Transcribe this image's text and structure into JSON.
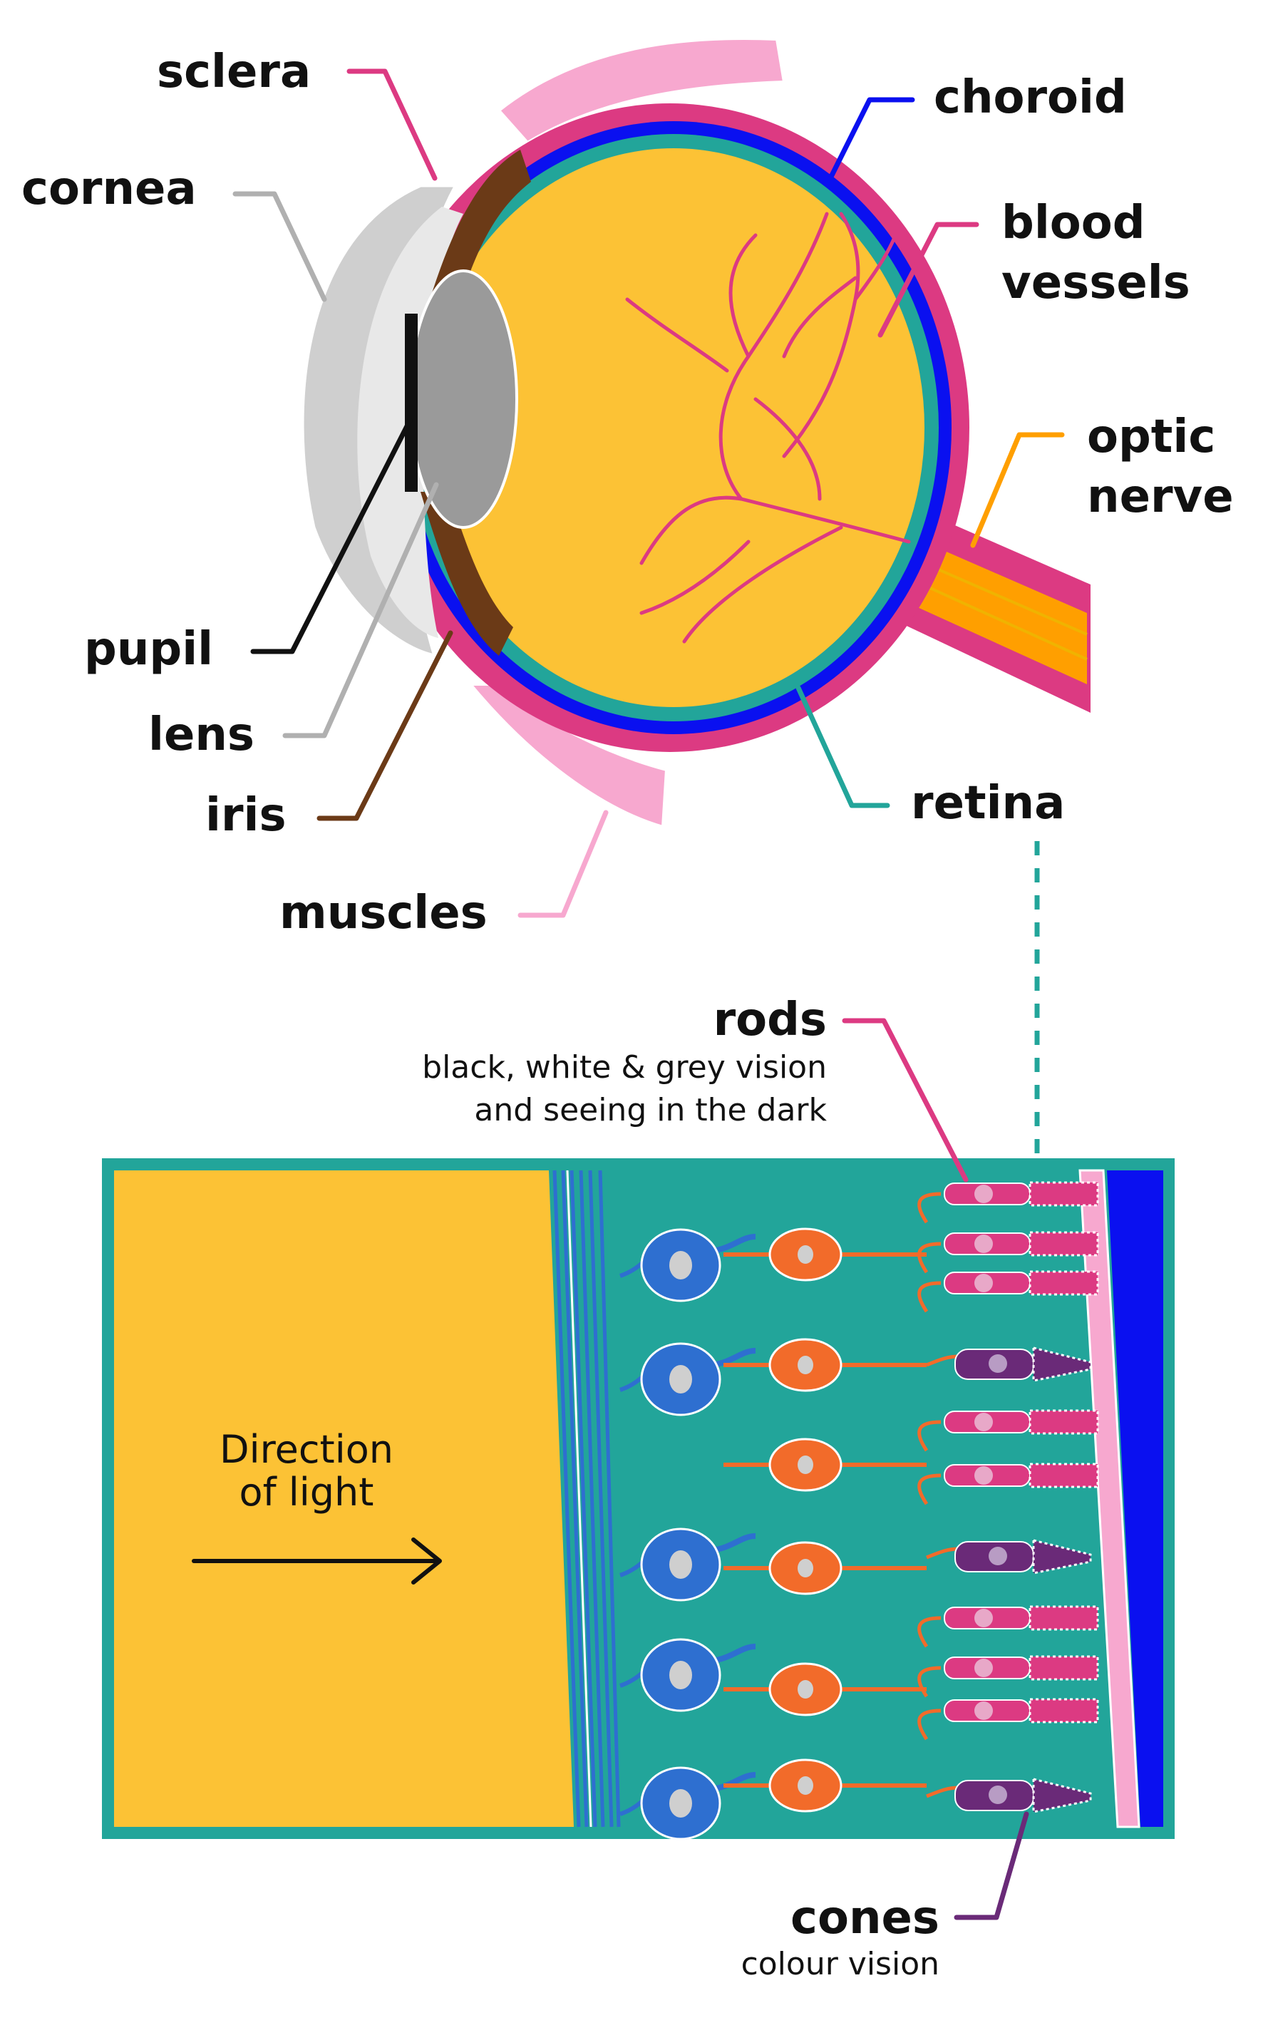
{
  "labels": {
    "sclera": "sclera",
    "cornea": "cornea",
    "choroid": "choroid",
    "blood_vessels_line1": "blood",
    "blood_vessels_line2": "vessels",
    "optic_nerve_line1": "optic",
    "optic_nerve_line2": "nerve",
    "pupil": "pupil",
    "lens": "lens",
    "iris": "iris",
    "muscles": "muscles",
    "retina": "retina"
  },
  "retina_detail": {
    "rods_title": "rods",
    "rods_desc_line1": "black, white & grey vision",
    "rods_desc_line2": "and seeing in the dark",
    "cones_title": "cones",
    "cones_desc": "colour vision",
    "direction_line1": "Direction",
    "direction_line2": "of light"
  },
  "colors": {
    "sclera": "#dc3a82",
    "choroid": "#0a10f0",
    "retina": "#22a59a",
    "vitreous": "#fcc235",
    "optic_nerve": "#ff9f00",
    "muscles": "#f7a8cf",
    "iris": "#6b3a17",
    "lens": "#9a9a9a",
    "cornea": "#d2d2d2",
    "pupil": "#111111",
    "ganglion_cells": "#2e6fd0",
    "bipolar_cells": "#f26b2a",
    "rod_cells": "#dc3a82",
    "cone_cells": "#6a2a78",
    "pigment_layer": "#f7a8cf"
  },
  "icons": {
    "direction_arrow": "arrow-right-icon"
  }
}
